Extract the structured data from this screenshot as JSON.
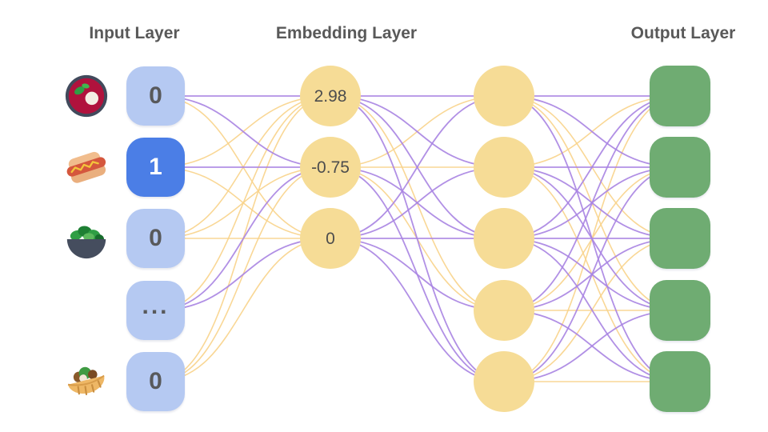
{
  "titles": {
    "input": "Input Layer",
    "embedding": "Embedding Layer",
    "output": "Output Layer"
  },
  "input_layer": {
    "nodes": [
      {
        "value": "0",
        "icon": "soup-icon",
        "active": false
      },
      {
        "value": "1",
        "icon": "hot-dog-icon",
        "active": true
      },
      {
        "value": "0",
        "icon": "salad-icon",
        "active": false
      },
      {
        "value": "...",
        "icon": null,
        "active": false
      },
      {
        "value": "0",
        "icon": "pita-icon",
        "active": false
      }
    ]
  },
  "embedding_layer": {
    "nodes": [
      {
        "value": "2.98"
      },
      {
        "value": "-0.75"
      },
      {
        "value": "0"
      }
    ]
  },
  "hidden_layer": {
    "node_count": 5
  },
  "output_layer": {
    "node_count": 5
  },
  "edges": {
    "input_to_embedding": [
      [
        "P",
        "P",
        "Y"
      ],
      [
        "Y",
        "P",
        "Y"
      ],
      [
        "Y",
        "Y",
        "Y"
      ],
      [
        "Y",
        "P",
        "P"
      ],
      [
        "Y",
        "Y",
        "Y"
      ]
    ],
    "embedding_to_hidden": [
      [
        "P",
        "P",
        "P",
        "Y",
        "P"
      ],
      [
        "Y",
        "Y",
        "P",
        "Y",
        "P"
      ],
      [
        "P",
        "P",
        "P",
        "P",
        "P"
      ]
    ],
    "hidden_to_output": [
      [
        "P",
        "P",
        "Y",
        "Y",
        "P"
      ],
      [
        "Y",
        "P",
        "P",
        "P",
        "Y"
      ],
      [
        "P",
        "P",
        "P",
        "P",
        "P"
      ],
      [
        "P",
        "Y",
        "P",
        "Y",
        "P"
      ],
      [
        "Y",
        "P",
        "Y",
        "P",
        "Y"
      ]
    ]
  },
  "colors": {
    "input_node": "#b5c9f2",
    "input_node_active": "#4b7ee6",
    "embedding_node": "#f6dc96",
    "hidden_node": "#f6dc96",
    "output_node": "#6fac72",
    "line_purple": "#a884e2",
    "line_yellow": "#f8d389",
    "title_text": "#595959",
    "value_text": "#58595b"
  }
}
